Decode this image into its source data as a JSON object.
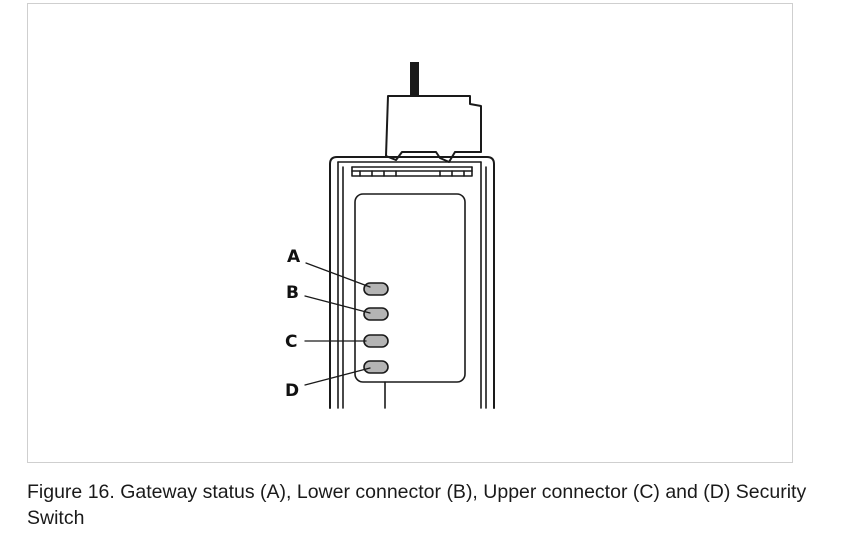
{
  "labels": {
    "a": "A",
    "b": "B",
    "c": "C",
    "d": "D"
  },
  "caption": "Figure 16. Gateway status (A), Lower connector (B), Upper connector (C) and (D) Security Switch",
  "colors": {
    "stroke": "#1a1a1a",
    "led_fill": "#b4b4b4",
    "frame_border": "#cfcfcf"
  }
}
